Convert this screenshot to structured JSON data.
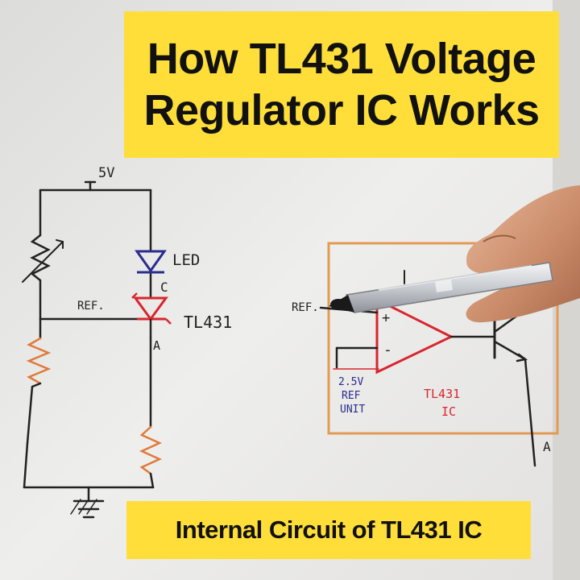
{
  "title": {
    "line1": "How TL431 Voltage",
    "line2": "Regulator IC Works"
  },
  "caption": "Internal Circuit of TL431 IC",
  "left_circuit": {
    "supply": "5V",
    "led": "LED",
    "cathode": "C",
    "ref": "REF.",
    "ic": "TL431",
    "anode": "A"
  },
  "right_circuit": {
    "ref": "REF.",
    "plus": "+",
    "minus": "-",
    "reference_line1": "2.5V",
    "reference_line2": "REF",
    "reference_line3": "UNIT",
    "ic_line1": "TL431",
    "ic_line2": "IC",
    "anode": "A"
  },
  "colors": {
    "banner": "#ffde3a",
    "ink_black": "#222222",
    "ink_orange": "#e0793a",
    "ink_red": "#d8262e",
    "ink_blue": "#2a2c8e",
    "box_orange": "#e39a55",
    "paper": "#e7e6e3"
  }
}
